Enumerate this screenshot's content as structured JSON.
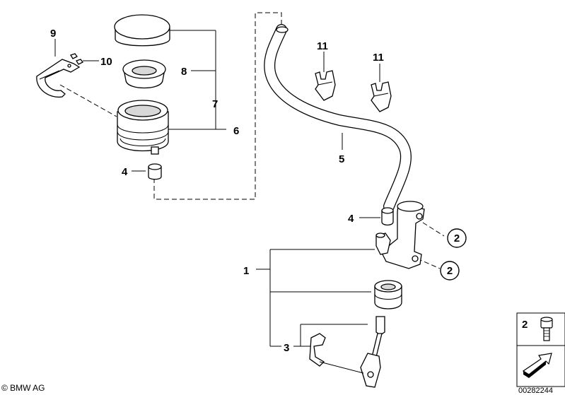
{
  "callouts": {
    "c1": "1",
    "c2a": "2",
    "c2b": "2",
    "c3": "3",
    "c4a": "4",
    "c4b": "4",
    "c5": "5",
    "c6": "6",
    "c7": "7",
    "c8": "8",
    "c9": "9",
    "c10": "10",
    "c11a": "11",
    "c11b": "11"
  },
  "legend": {
    "part_number": "2"
  },
  "copyright": "© BMW AG",
  "ref_number": "00282244"
}
